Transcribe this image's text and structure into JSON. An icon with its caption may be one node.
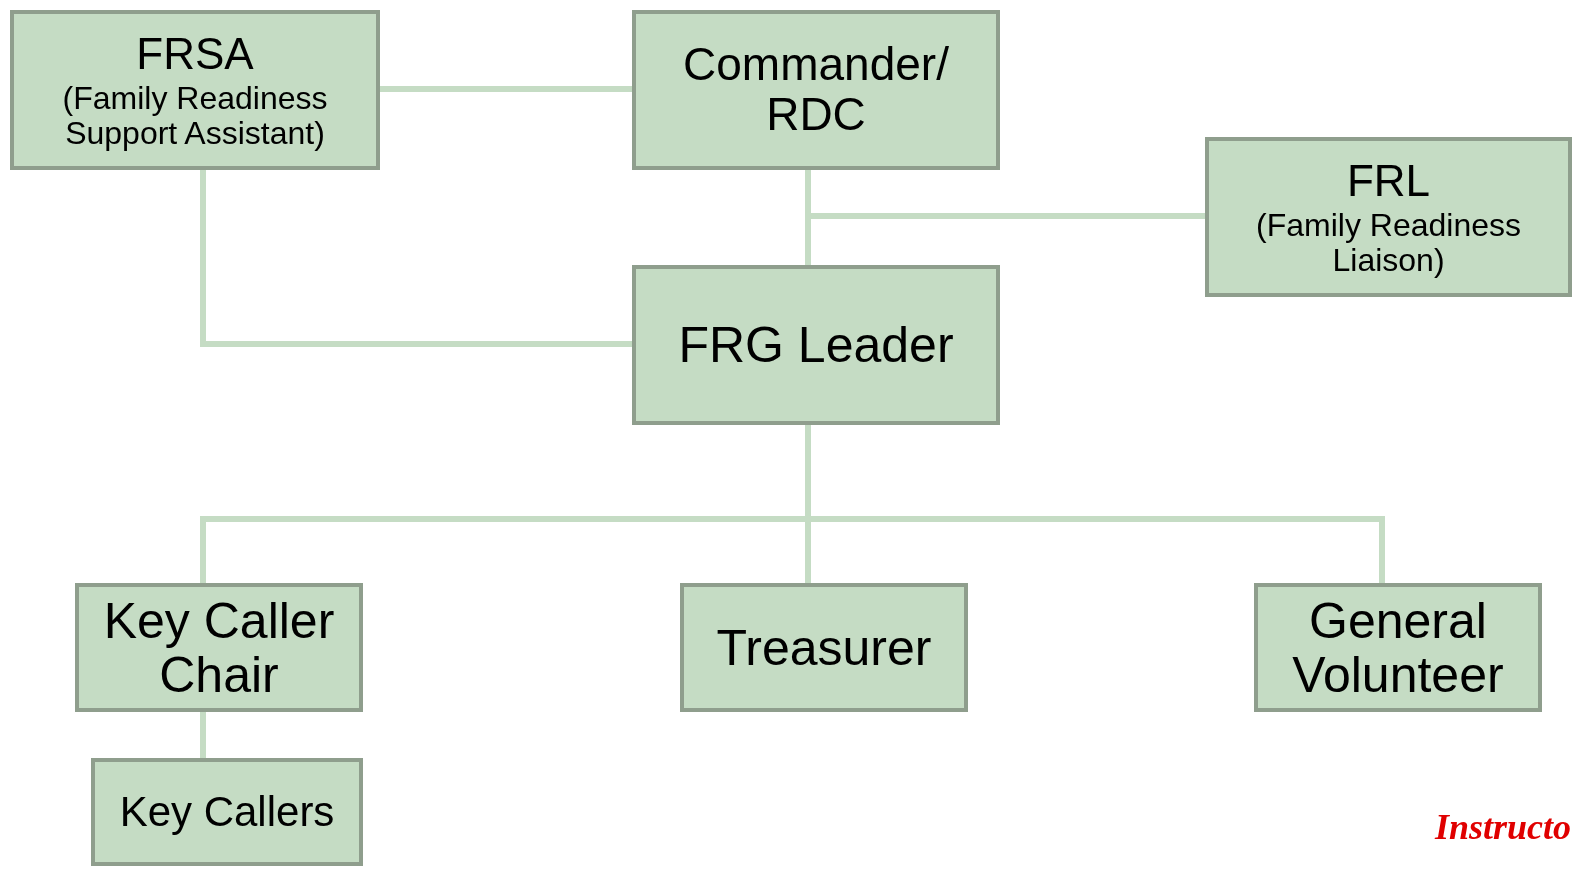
{
  "diagram": {
    "nodes": [
      {
        "text": [
          "FRSA",
          "(Family Readiness Support Assistant)"
        ]
      },
      {
        "text": [
          "Commander/ RDC"
        ]
      },
      {
        "text": [
          "FRL",
          "(Family Readiness Liaison)"
        ]
      },
      {
        "text": [
          "FRG Leader"
        ]
      },
      {
        "text": [
          "Key Caller Chair"
        ]
      },
      {
        "text": [
          "Treasurer"
        ]
      },
      {
        "text": [
          "General Volunteer"
        ]
      },
      {
        "text": [
          "Key Callers"
        ]
      }
    ],
    "edges": [
      {
        "from": 0,
        "to": 1,
        "arrow": "none"
      },
      {
        "from": 1,
        "to": 3,
        "arrow": "none"
      },
      {
        "from": 2,
        "to": 1,
        "arrow": "none"
      },
      {
        "from": 0,
        "to": 3,
        "arrow": "none"
      },
      {
        "from": 3,
        "to": 4,
        "arrow": "none"
      },
      {
        "from": 3,
        "to": 5,
        "arrow": "none"
      },
      {
        "from": 3,
        "to": 6,
        "arrow": "none"
      },
      {
        "from": 4,
        "to": 7,
        "arrow": "none"
      }
    ],
    "labels": [
      "Instructo"
    ]
  }
}
